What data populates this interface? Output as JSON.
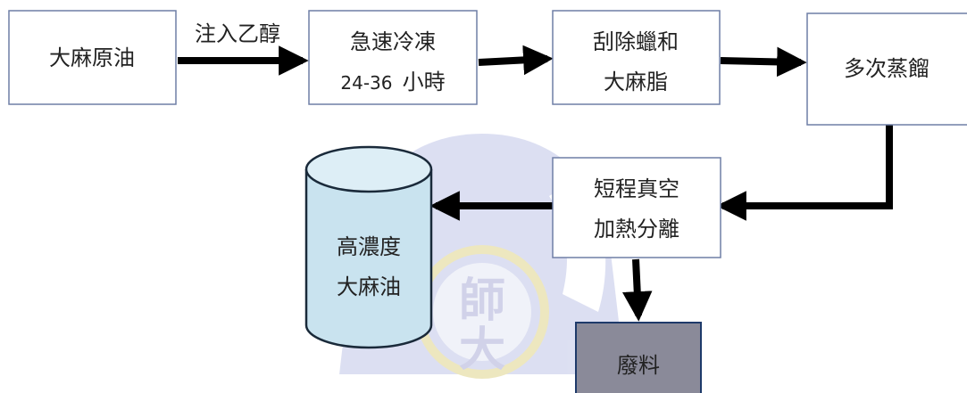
{
  "colors": {
    "box_border": "#6f7fa6",
    "box_fill": "#ffffff",
    "arrow": "#000000",
    "cylinder_fill": "#c9e3ef",
    "cylinder_stroke": "#1a2a3a",
    "waste_fill": "#8a8a99",
    "waste_border": "#1e3a6a",
    "watermark": "#d7daf0",
    "watermark_gold": "#ebe3b4"
  },
  "diagram": {
    "step1": "大麻原油",
    "inject_label": "注入乙醇",
    "step2_line1": "急速冷凍",
    "step2_num": "24-36",
    "step2_unit": "小時",
    "step3_line1": "刮除蠟和",
    "step3_line2": "大麻脂",
    "step4": "多次蒸餾",
    "step5_line1": "短程真空",
    "step5_line2": "加熱分離",
    "product_line1": "高濃度",
    "product_line2": "大麻油",
    "waste": "廢料"
  },
  "watermark": {
    "char1": "師",
    "char2": "大"
  }
}
